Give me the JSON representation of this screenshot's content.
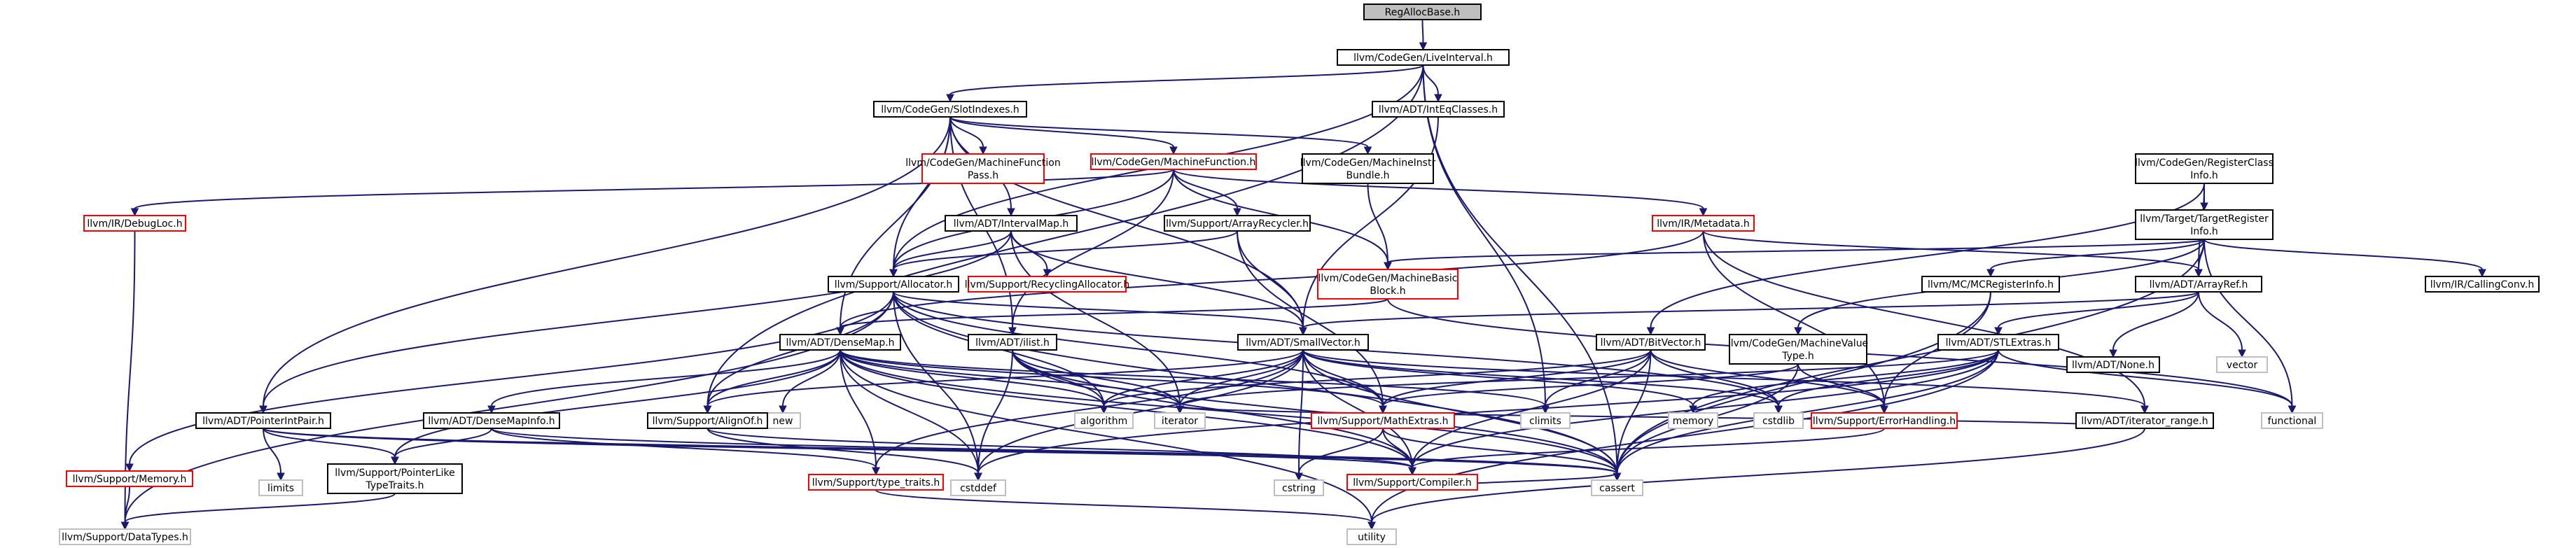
{
  "colors": {
    "edge": "#191970",
    "root_fill": "#bfbfbf",
    "root_border": "#000000",
    "border_normal": "#000000",
    "border_missing": "#ff0000",
    "border_ext": "#bfbfbf",
    "text_normal": "#000000",
    "text_ext": "#000000"
  },
  "nodes": {
    "root": {
      "lines": [
        "RegAllocBase.h"
      ],
      "style": "root"
    },
    "liveinterval": {
      "lines": [
        "llvm/CodeGen/LiveInterval.h"
      ],
      "style": "normal"
    },
    "slotindexes": {
      "lines": [
        "llvm/CodeGen/SlotIndexes.h"
      ],
      "style": "normal"
    },
    "inteqclasses": {
      "lines": [
        "llvm/ADT/IntEqClasses.h"
      ],
      "style": "normal"
    },
    "registerclassinfo": {
      "lines": [
        "llvm/CodeGen/RegisterClass",
        "Info.h"
      ],
      "style": "normal"
    },
    "mfpass": {
      "lines": [
        "llvm/CodeGen/MachineFunction",
        "Pass.h"
      ],
      "style": "missing"
    },
    "machinefunction": {
      "lines": [
        "llvm/CodeGen/MachineFunction.h"
      ],
      "style": "missing"
    },
    "instrbundle": {
      "lines": [
        "llvm/CodeGen/MachineInstr",
        "Bundle.h"
      ],
      "style": "normal"
    },
    "targetreginfo": {
      "lines": [
        "llvm/Target/TargetRegister",
        "Info.h"
      ],
      "style": "normal"
    },
    "debugloc": {
      "lines": [
        "llvm/IR/DebugLoc.h"
      ],
      "style": "missing"
    },
    "intervalmap": {
      "lines": [
        "llvm/ADT/IntervalMap.h"
      ],
      "style": "normal"
    },
    "arrayrecycler": {
      "lines": [
        "llvm/Support/ArrayRecycler.h"
      ],
      "style": "normal"
    },
    "metadata": {
      "lines": [
        "llvm/IR/Metadata.h"
      ],
      "style": "missing"
    },
    "allocator": {
      "lines": [
        "llvm/Support/Allocator.h"
      ],
      "style": "normal"
    },
    "recyclingalloc": {
      "lines": [
        "llvm/Support/RecyclingAllocator.h"
      ],
      "style": "missing"
    },
    "mbb": {
      "lines": [
        "llvm/CodeGen/MachineBasic",
        "Block.h"
      ],
      "style": "missing"
    },
    "mcreginfo": {
      "lines": [
        "llvm/MC/MCRegisterInfo.h"
      ],
      "style": "normal"
    },
    "arrayref": {
      "lines": [
        "llvm/ADT/ArrayRef.h"
      ],
      "style": "normal"
    },
    "callingconv": {
      "lines": [
        "llvm/IR/CallingConv.h"
      ],
      "style": "normal"
    },
    "densemap": {
      "lines": [
        "llvm/ADT/DenseMap.h"
      ],
      "style": "normal"
    },
    "ilist": {
      "lines": [
        "llvm/ADT/ilist.h"
      ],
      "style": "normal"
    },
    "smallvector": {
      "lines": [
        "llvm/ADT/SmallVector.h"
      ],
      "style": "normal"
    },
    "bitvector": {
      "lines": [
        "llvm/ADT/BitVector.h"
      ],
      "style": "normal"
    },
    "mvt": {
      "lines": [
        "llvm/CodeGen/MachineValue",
        "Type.h"
      ],
      "style": "normal"
    },
    "stlextras": {
      "lines": [
        "llvm/ADT/STLExtras.h"
      ],
      "style": "normal"
    },
    "none": {
      "lines": [
        "llvm/ADT/None.h"
      ],
      "style": "normal"
    },
    "vector": {
      "lines": [
        "vector"
      ],
      "style": "ext"
    },
    "pointerintpair": {
      "lines": [
        "llvm/ADT/PointerIntPair.h"
      ],
      "style": "normal"
    },
    "densemapinfo": {
      "lines": [
        "llvm/ADT/DenseMapInfo.h"
      ],
      "style": "normal"
    },
    "new": {
      "lines": [
        "new"
      ],
      "style": "ext"
    },
    "alignof": {
      "lines": [
        "llvm/Support/AlignOf.h"
      ],
      "style": "normal"
    },
    "algorithm": {
      "lines": [
        "algorithm"
      ],
      "style": "ext"
    },
    "iterator": {
      "lines": [
        "iterator"
      ],
      "style": "ext"
    },
    "mathextras": {
      "lines": [
        "llvm/Support/MathExtras.h"
      ],
      "style": "missing"
    },
    "climits": {
      "lines": [
        "climits"
      ],
      "style": "ext"
    },
    "memory": {
      "lines": [
        "memory"
      ],
      "style": "ext"
    },
    "cstdlib": {
      "lines": [
        "cstdlib"
      ],
      "style": "ext"
    },
    "errorhandling": {
      "lines": [
        "llvm/Support/ErrorHandling.h"
      ],
      "style": "missing"
    },
    "iteratorrange": {
      "lines": [
        "llvm/ADT/iterator_range.h"
      ],
      "style": "normal"
    },
    "functional": {
      "lines": [
        "functional"
      ],
      "style": "ext"
    },
    "memoryh": {
      "lines": [
        "llvm/Support/Memory.h"
      ],
      "style": "missing"
    },
    "limits": {
      "lines": [
        "limits"
      ],
      "style": "ext"
    },
    "pointerliketraits": {
      "lines": [
        "llvm/Support/PointerLike",
        "TypeTraits.h"
      ],
      "style": "normal"
    },
    "typetraits": {
      "lines": [
        "llvm/Support/type_traits.h"
      ],
      "style": "missing"
    },
    "cstddef": {
      "lines": [
        "cstddef"
      ],
      "style": "ext"
    },
    "cstring": {
      "lines": [
        "cstring"
      ],
      "style": "ext"
    },
    "compiler": {
      "lines": [
        "llvm/Support/Compiler.h"
      ],
      "style": "missing"
    },
    "cassert": {
      "lines": [
        "cassert"
      ],
      "style": "ext"
    },
    "datatypes": {
      "lines": [
        "llvm/Support/DataTypes.h"
      ],
      "style": "ext"
    },
    "utility": {
      "lines": [
        "utility"
      ],
      "style": "ext"
    }
  },
  "edges": [
    [
      "root",
      "liveinterval"
    ],
    [
      "liveinterval",
      "slotindexes"
    ],
    [
      "liveinterval",
      "inteqclasses"
    ],
    [
      "liveinterval",
      "allocator"
    ],
    [
      "liveinterval",
      "alignof"
    ],
    [
      "liveinterval",
      "climits"
    ],
    [
      "liveinterval",
      "cassert"
    ],
    [
      "slotindexes",
      "mfpass"
    ],
    [
      "slotindexes",
      "machinefunction"
    ],
    [
      "slotindexes",
      "instrbundle"
    ],
    [
      "slotindexes",
      "intervalmap"
    ],
    [
      "slotindexes",
      "allocator"
    ],
    [
      "slotindexes",
      "densemap"
    ],
    [
      "slotindexes",
      "ilist"
    ],
    [
      "slotindexes",
      "smallvector"
    ],
    [
      "slotindexes",
      "pointerintpair"
    ],
    [
      "inteqclasses",
      "smallvector"
    ],
    [
      "registerclassinfo",
      "targetreginfo"
    ],
    [
      "registerclassinfo",
      "arrayref"
    ],
    [
      "registerclassinfo",
      "bitvector"
    ],
    [
      "machinefunction",
      "debugloc"
    ],
    [
      "machinefunction",
      "arrayrecycler"
    ],
    [
      "machinefunction",
      "metadata"
    ],
    [
      "machinefunction",
      "mbb"
    ],
    [
      "machinefunction",
      "allocator"
    ],
    [
      "machinefunction",
      "ilist"
    ],
    [
      "instrbundle",
      "mbb"
    ],
    [
      "targetreginfo",
      "mbb"
    ],
    [
      "targetreginfo",
      "mcreginfo"
    ],
    [
      "targetreginfo",
      "arrayref"
    ],
    [
      "targetreginfo",
      "callingconv"
    ],
    [
      "targetreginfo",
      "mvt"
    ],
    [
      "targetreginfo",
      "cassert"
    ],
    [
      "targetreginfo",
      "functional"
    ],
    [
      "debugloc",
      "datatypes"
    ],
    [
      "intervalmap",
      "allocator"
    ],
    [
      "intervalmap",
      "recyclingalloc"
    ],
    [
      "intervalmap",
      "smallvector"
    ],
    [
      "intervalmap",
      "pointerintpair"
    ],
    [
      "intervalmap",
      "iterator"
    ],
    [
      "arrayrecycler",
      "allocator"
    ],
    [
      "arrayrecycler",
      "smallvector"
    ],
    [
      "arrayrecycler",
      "mathextras"
    ],
    [
      "metadata",
      "arrayref"
    ],
    [
      "metadata",
      "densemap"
    ],
    [
      "metadata",
      "errorhandling"
    ],
    [
      "metadata",
      "iteratorrange"
    ],
    [
      "allocator",
      "smallvector"
    ],
    [
      "allocator",
      "alignof"
    ],
    [
      "allocator",
      "datatypes"
    ],
    [
      "allocator",
      "mathextras"
    ],
    [
      "allocator",
      "memoryh"
    ],
    [
      "allocator",
      "cstddef"
    ],
    [
      "allocator",
      "cassert"
    ],
    [
      "allocator",
      "algorithm"
    ],
    [
      "allocator",
      "cstdlib"
    ],
    [
      "mbb",
      "densemap"
    ],
    [
      "mbb",
      "functional"
    ],
    [
      "mcreginfo",
      "errorhandling"
    ],
    [
      "mcreginfo",
      "cassert"
    ],
    [
      "arrayref",
      "none"
    ],
    [
      "arrayref",
      "smallvector"
    ],
    [
      "arrayref",
      "stlextras"
    ],
    [
      "arrayref",
      "vector"
    ],
    [
      "densemap",
      "densemapinfo"
    ],
    [
      "densemap",
      "new"
    ],
    [
      "densemap",
      "alignof"
    ],
    [
      "densemap",
      "algorithm"
    ],
    [
      "densemap",
      "iterator"
    ],
    [
      "densemap",
      "mathextras"
    ],
    [
      "densemap",
      "climits"
    ],
    [
      "densemap",
      "pointerliketraits"
    ],
    [
      "densemap",
      "typetraits"
    ],
    [
      "densemap",
      "cstddef"
    ],
    [
      "densemap",
      "compiler"
    ],
    [
      "densemap",
      "cassert"
    ],
    [
      "densemap",
      "utility"
    ],
    [
      "ilist",
      "algorithm"
    ],
    [
      "ilist",
      "iterator"
    ],
    [
      "ilist",
      "compiler"
    ],
    [
      "ilist",
      "cstddef"
    ],
    [
      "ilist",
      "cassert"
    ],
    [
      "smallvector",
      "alignof"
    ],
    [
      "smallvector",
      "algorithm"
    ],
    [
      "smallvector",
      "iterator"
    ],
    [
      "smallvector",
      "mathextras"
    ],
    [
      "smallvector",
      "memory"
    ],
    [
      "smallvector",
      "cstdlib"
    ],
    [
      "smallvector",
      "iteratorrange"
    ],
    [
      "smallvector",
      "typetraits"
    ],
    [
      "smallvector",
      "cstddef"
    ],
    [
      "smallvector",
      "cstring"
    ],
    [
      "smallvector",
      "compiler"
    ],
    [
      "smallvector",
      "cassert"
    ],
    [
      "bitvector",
      "mathextras"
    ],
    [
      "bitvector",
      "errorhandling"
    ],
    [
      "bitvector",
      "algorithm"
    ],
    [
      "bitvector",
      "climits"
    ],
    [
      "bitvector",
      "cstdlib"
    ],
    [
      "bitvector",
      "cassert"
    ],
    [
      "bitvector",
      "compiler"
    ],
    [
      "mvt",
      "errorhandling"
    ],
    [
      "mvt",
      "mathextras"
    ],
    [
      "mvt",
      "cassert"
    ],
    [
      "stlextras",
      "iterator"
    ],
    [
      "stlextras",
      "memory"
    ],
    [
      "stlextras",
      "compiler"
    ],
    [
      "stlextras",
      "cstddef"
    ],
    [
      "stlextras",
      "cstdlib"
    ],
    [
      "stlextras",
      "utility"
    ],
    [
      "stlextras",
      "functional"
    ],
    [
      "stlextras",
      "cassert"
    ],
    [
      "pointerintpair",
      "pointerliketraits"
    ],
    [
      "pointerintpair",
      "compiler"
    ],
    [
      "pointerintpair",
      "limits"
    ],
    [
      "pointerintpair",
      "cassert"
    ],
    [
      "densemapinfo",
      "pointerliketraits"
    ],
    [
      "densemapinfo",
      "typetraits"
    ],
    [
      "densemapinfo",
      "cassert"
    ],
    [
      "alignof",
      "compiler"
    ],
    [
      "alignof",
      "cstddef"
    ],
    [
      "mathextras",
      "compiler"
    ],
    [
      "mathextras",
      "cstring"
    ],
    [
      "mathextras",
      "cassert"
    ],
    [
      "errorhandling",
      "compiler"
    ],
    [
      "iteratorrange",
      "utility"
    ],
    [
      "iteratorrange",
      "iterator"
    ],
    [
      "memoryh",
      "datatypes"
    ],
    [
      "pointerliketraits",
      "datatypes"
    ],
    [
      "typetraits",
      "utility"
    ],
    [
      "compiler",
      "cassert"
    ]
  ]
}
